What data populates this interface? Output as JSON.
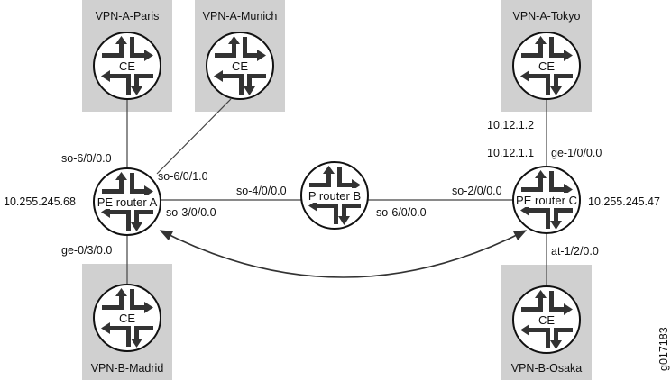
{
  "sites": {
    "paris": "VPN-A-Paris",
    "munich": "VPN-A-Munich",
    "tokyo": "VPN-A-Tokyo",
    "madrid": "VPN-B-Madrid",
    "osaka": "VPN-B-Osaka"
  },
  "routers": {
    "ce": "CE",
    "pe_a": "PE router A",
    "p_b": "P router B",
    "pe_c": "PE router C"
  },
  "interfaces": {
    "a_paris": "so-6/0/0.0",
    "a_munich": "so-6/0/1.0",
    "a_b": "so-3/0/0.0",
    "a_madrid": "ge-0/3/0.0",
    "b_a": "so-4/0/0.0",
    "b_c": "so-6/0/0.0",
    "c_b": "so-2/0/0.0",
    "c_tokyo": "ge-1/0/0.0",
    "c_osaka": "at-1/2/0.0"
  },
  "addresses": {
    "pe_a_loopback": "10.255.245.68",
    "pe_c_loopback": "10.255.245.47",
    "tokyo_ce": "10.12.1.2",
    "pe_c_tokyo": "10.12.1.1"
  },
  "figure_id": "g017183"
}
